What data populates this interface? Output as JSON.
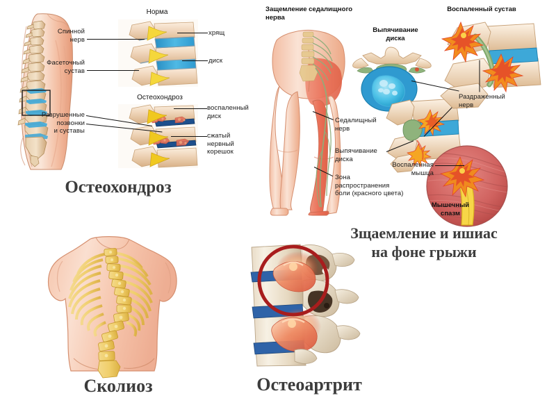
{
  "document": {
    "title": "Заболевания позвоночника — иллюстрированная схема",
    "background_color": "#ffffff",
    "caption_color": "#3c3c3c",
    "label_color": "#1b1b1b"
  },
  "palette": {
    "skin_light": "#f9ddcd",
    "skin_mid": "#f2b79c",
    "skin_dark": "#e08a6c",
    "skin_pain_red": "#ea7a63",
    "bone_light": "#f6e6d2",
    "bone_mid": "#e4c9a6",
    "bone_tan": "#d9b689",
    "bone_yellow": "#f0d070",
    "bone_yellow_dark": "#d8ad3f",
    "disc_blue": "#3da8d8",
    "disc_blue_dark": "#1d4f8c",
    "nerve_yellow": "#f5d73b",
    "nerve_green": "#8fae7a",
    "inflame_orange": "#f08a1e",
    "inflame_red": "#e2442a",
    "muscle_red": "#d4605f",
    "muscle_red_dark": "#b23f44",
    "circle_red": "#a81d1d",
    "cartilage_gray": "#8aa0ad"
  },
  "panels": [
    {
      "id": "osteochondrosis",
      "caption": "Остеохондроз",
      "sub_figures": [
        {
          "id": "torso-lateral",
          "name": "Боковая проекция туловища с позвоночником",
          "highlight_box": true
        },
        {
          "id": "norma-box",
          "title": "Норма"
        },
        {
          "id": "osteochondrosis-box",
          "title": "Остеохондроз"
        }
      ],
      "labels": [
        {
          "id": "spinal-nerve",
          "text": "Спинной\nнерв",
          "align": "right"
        },
        {
          "id": "facet-joint",
          "text": "Фасеточный\nсустав",
          "align": "right"
        },
        {
          "id": "cartilage",
          "text": "хрящ",
          "align": "left"
        },
        {
          "id": "disc",
          "text": "диск",
          "align": "left"
        },
        {
          "id": "destroyed-vertebrae",
          "text": "Разрушенные\nпозвонки\nи суставы",
          "align": "right"
        },
        {
          "id": "inflamed-disc",
          "text": "воспаленный\nдиск",
          "align": "left"
        },
        {
          "id": "compressed-nerve-root",
          "text": "сжатый\nнервный\nкорешок",
          "align": "left"
        }
      ]
    },
    {
      "id": "sciatica-hernia",
      "caption": "Зщаемление и ишиас\nна фоне грыжи",
      "headings": [
        {
          "id": "sciatic-pinch",
          "text": "Защемление седалищного\nнерва"
        },
        {
          "id": "disc-bulge-heading",
          "text": "Выпячивание\nдиска"
        },
        {
          "id": "inflamed-joint-heading",
          "text": "Воспаленный сустав"
        },
        {
          "id": "muscle-spasm-heading",
          "text": "Мышечный\nспазм"
        }
      ],
      "labels": [
        {
          "id": "sciatic-nerve",
          "text": "Седалищный\nнерв",
          "align": "left"
        },
        {
          "id": "disc-bulge",
          "text": "Выпячивание\nдиска",
          "align": "left"
        },
        {
          "id": "pain-zone",
          "text": "Зона\nраспространения\nболи (красного цвета)",
          "align": "left"
        },
        {
          "id": "irritated-nerve",
          "text": "Раздраженный\nнерв",
          "align": "left"
        },
        {
          "id": "inflamed-muscle",
          "text": "Воспаленная\nмышца",
          "align": "right"
        }
      ]
    },
    {
      "id": "scoliosis",
      "caption": "Сколиоз",
      "sub_figures": [
        {
          "id": "back-torso",
          "name": "Спина с искривлённым позвоночником и рёбрами"
        }
      ],
      "labels": []
    },
    {
      "id": "osteoarthritis",
      "caption": "Остеоартрит",
      "sub_figures": [
        {
          "id": "vertebrae-stack",
          "name": "Три позвонка с воспалёнными фасеточными суставами"
        },
        {
          "id": "highlight-circle",
          "name": "Красная окружность-выделение"
        }
      ],
      "labels": []
    }
  ]
}
